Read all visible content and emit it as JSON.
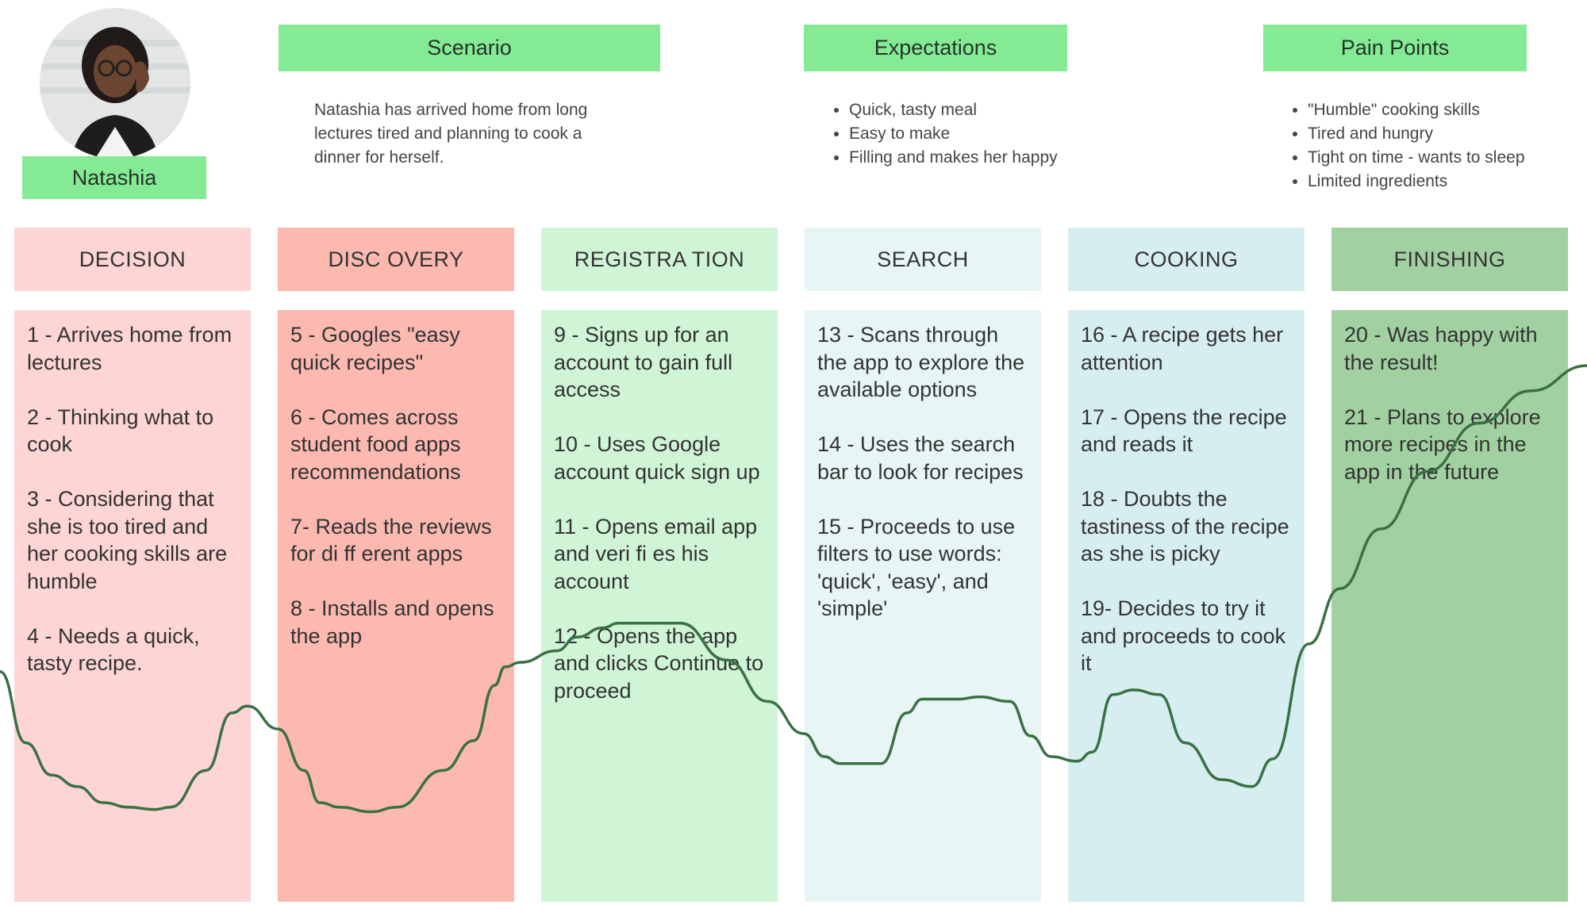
{
  "persona": {
    "name": "Natashia"
  },
  "scenario": {
    "title": "Scenario",
    "text": "Natashia has arrived home from long lectures tired and planning to cook a dinner for herself."
  },
  "expectations": {
    "title": "Expectations",
    "items": [
      "Quick, tasty meal",
      "Easy to make",
      "Filling and makes her happy"
    ]
  },
  "pain_points": {
    "title": "Pain Points",
    "items": [
      "\"Humble\" cooking skills",
      "Tired and hungry",
      "Tight on time - wants to sleep",
      "Limited ingredients"
    ]
  },
  "stages": [
    {
      "name": "DECISION",
      "header_color": "#fcd5d4",
      "body_color": "#fcd5d4",
      "steps": [
        "1 - Arrives home from lectures",
        "2 - Thinking what to cook",
        "3 - Considering that she is too tired and her cooking skills are humble",
        "4 - Needs a quick, tasty recipe."
      ]
    },
    {
      "name": "DISC OVERY",
      "header_color": "#fbb9b0",
      "body_color": "#fbb9b0",
      "steps": [
        "5 - Googles \"easy quick recipes\"",
        "6 - Comes across student food apps recommendations",
        "7- Reads the reviews for di ff erent apps",
        "8 - Installs and opens the app"
      ]
    },
    {
      "name": "REGISTRA TION",
      "header_color": "#cff5d6",
      "body_color": "#cff5d6",
      "steps": [
        "9 - Signs up for an account to gain full access",
        "10 - Uses Google account quick sign up",
        "11 - Opens email app and veri fi es his account",
        "12 - Opens the app and clicks Continue to proceed"
      ]
    },
    {
      "name": "SEARCH",
      "header_color": "#e7f6f5",
      "body_color": "#e7f6f5",
      "steps": [
        "13 - Scans through the app to explore the available options",
        "14 - Uses the search bar to look for recipes",
        "15 - Proceeds to use filters to use words: 'quick', 'easy', and 'simple'"
      ]
    },
    {
      "name": "COOKING",
      "header_color": "#d7eef0",
      "body_color": "#d7eef0",
      "steps": [
        "16 - A recipe gets her attention",
        "17 - Opens the recipe and reads it",
        "18 - Doubts the tastiness of the recipe as she is picky",
        "19- Decides to try it and proceeds to cook it"
      ]
    },
    {
      "name": "FINISHING",
      "header_color": "#a1d1a1",
      "body_color": "#a1d1a1",
      "steps": [
        "20 - Was happy with the result!",
        "21 - Plans to explore more recipes in the app in the future"
      ]
    }
  ],
  "emotion_curve": {
    "color": "#3a7043",
    "y_range": [
      0,
      100
    ],
    "points": [
      [
        0,
        77
      ],
      [
        5,
        46
      ],
      [
        10,
        32
      ],
      [
        15,
        27
      ],
      [
        20,
        20
      ],
      [
        25,
        18
      ],
      [
        30,
        17
      ],
      [
        33,
        18
      ],
      [
        40,
        34
      ],
      [
        45,
        59
      ],
      [
        48,
        62
      ],
      [
        54,
        52
      ],
      [
        59,
        34
      ],
      [
        62,
        20
      ],
      [
        66,
        18
      ],
      [
        72,
        16
      ],
      [
        77,
        18
      ],
      [
        86,
        34
      ],
      [
        92,
        47
      ],
      [
        96,
        71
      ],
      [
        98,
        79
      ],
      [
        101,
        81
      ],
      [
        108,
        86
      ],
      [
        112,
        92
      ],
      [
        117,
        96
      ],
      [
        120,
        98
      ],
      [
        125,
        98
      ],
      [
        128,
        98
      ],
      [
        132,
        98
      ],
      [
        141,
        82
      ],
      [
        149,
        64
      ],
      [
        156,
        50
      ],
      [
        160,
        40
      ],
      [
        163,
        37
      ],
      [
        167,
        37
      ],
      [
        171,
        37
      ],
      [
        176,
        59
      ],
      [
        179,
        65
      ],
      [
        186,
        65
      ],
      [
        190,
        66
      ],
      [
        196,
        64
      ],
      [
        200,
        49
      ],
      [
        204,
        40
      ],
      [
        209,
        38
      ],
      [
        212,
        42
      ],
      [
        216,
        67
      ],
      [
        220,
        69
      ],
      [
        225,
        67
      ],
      [
        230,
        46
      ],
      [
        237,
        30
      ],
      [
        243,
        27
      ],
      [
        247,
        39
      ],
      [
        254,
        89
      ],
      [
        260,
        113
      ],
      [
        268,
        139
      ],
      [
        277,
        164
      ],
      [
        287,
        185
      ],
      [
        297,
        199
      ],
      [
        308,
        210
      ]
    ]
  }
}
